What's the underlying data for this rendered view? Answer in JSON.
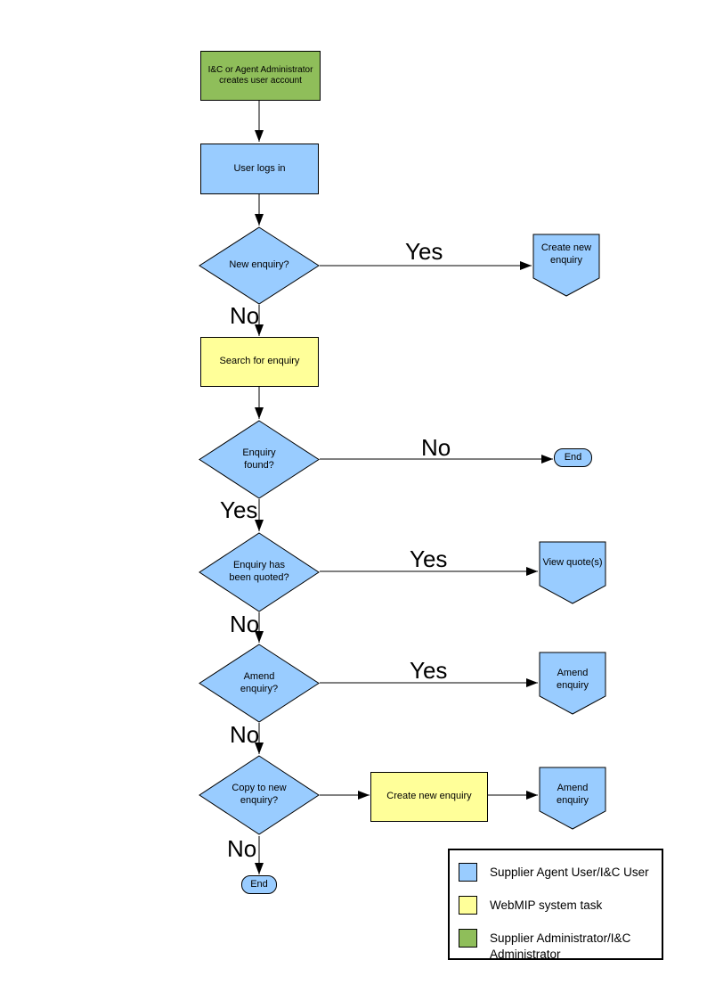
{
  "colors": {
    "user_shape": "#99CCFF",
    "system_shape": "#FFFF99",
    "admin_shape": "#8FBE5A",
    "line": "#000000"
  },
  "nodes": {
    "admin_creates_account": "I&C or Agent Administrator\ncreates user account",
    "user_logs_in": "User logs in",
    "new_enquiry_q": "New enquiry?",
    "create_new_enquiry_1": "Create new\nenquiry",
    "search_for_enquiry": "Search for enquiry",
    "enquiry_found_q": "Enquiry\nfound?",
    "end_1": "End",
    "enquiry_quoted_q": "Enquiry has\nbeen quoted?",
    "view_quotes": "View quote(s)",
    "amend_enquiry_q": "Amend\nenquiry?",
    "amend_enquiry_1": "Amend enquiry",
    "copy_to_new_q": "Copy to new\nenquiry?",
    "create_new_enquiry_2": "Create new enquiry",
    "amend_enquiry_2": "Amend enquiry",
    "end_2": "End"
  },
  "edge_labels": {
    "new_enquiry_yes": "Yes",
    "new_enquiry_no": "No",
    "enquiry_found_no": "No",
    "enquiry_found_yes": "Yes",
    "quoted_yes": "Yes",
    "quoted_no": "No",
    "amend_yes": "Yes",
    "amend_no": "No",
    "copy_no": "No"
  },
  "legend": {
    "items": [
      {
        "swatch": "#99CCFF",
        "label": "Supplier Agent User/I&C User"
      },
      {
        "swatch": "#FFFF99",
        "label": "WebMIP system task"
      },
      {
        "swatch": "#8FBE5A",
        "label": "Supplier Administrator/I&C\nAdministrator"
      }
    ]
  }
}
